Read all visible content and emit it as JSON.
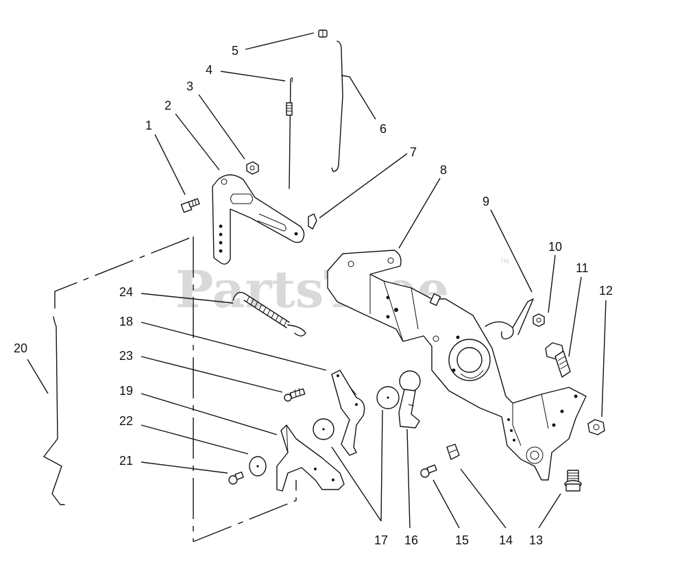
{
  "watermark": {
    "text": "PartsTree",
    "trademark": "TM"
  },
  "callouts": [
    "1",
    "2",
    "3",
    "4",
    "5",
    "6",
    "7",
    "8",
    "9",
    "10",
    "11",
    "12",
    "13",
    "14",
    "15",
    "16",
    "17",
    "18",
    "19",
    "20",
    "21",
    "22",
    "23",
    "24"
  ]
}
